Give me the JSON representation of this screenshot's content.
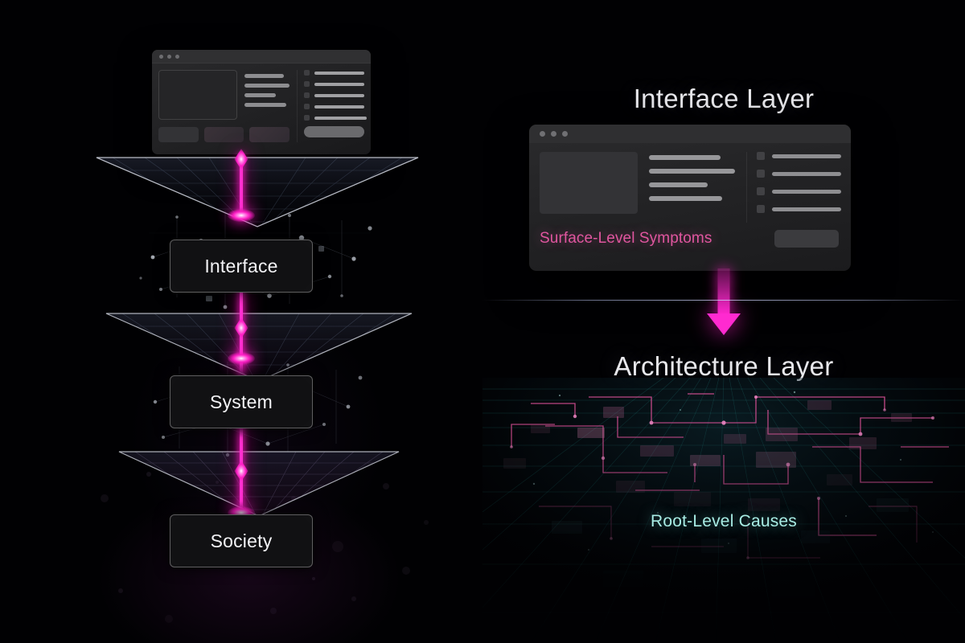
{
  "theme": {
    "background": "#000000",
    "accent_magenta": "#ff2ad0",
    "accent_pink_text": "#e0569f",
    "accent_cyan_text": "#a8ece4",
    "heading_color": "#e8e8ec",
    "box_label_color": "#f2f2f5"
  },
  "left_panel": {
    "name": "layered-stack-diagram",
    "browser_mock": {
      "window_dots": [
        "dot-red",
        "dot-yellow",
        "dot-green"
      ],
      "sidebar_row_count": 5,
      "content_line_count": 4,
      "chip_count": 3,
      "has_primary_button": true
    },
    "layers": [
      {
        "label": "Interface",
        "icon": "diamond-node-icon"
      },
      {
        "label": "System",
        "icon": "diamond-node-icon"
      },
      {
        "label": "Society",
        "icon": "diamond-node-icon"
      }
    ],
    "connector": {
      "name": "energy-beam",
      "color": "#ff2ad0",
      "node_count": 6
    },
    "planes": {
      "count": 3,
      "shape": "inverted-chevron-grid"
    }
  },
  "right_panel": {
    "name": "two-layer-comparison",
    "interface_section": {
      "heading": "Interface Layer",
      "browser_mock": {
        "window_dots": [
          "dot-1",
          "dot-2",
          "dot-3"
        ],
        "content_line_count": 4,
        "sidebar_row_count": 4,
        "footer_label": "Surface-Level Symptoms",
        "has_footer_button": true
      }
    },
    "transition": {
      "arrow": "down-arrow-icon",
      "arrow_color": "#ff2ad0",
      "divider": "horizon-line"
    },
    "architecture_section": {
      "heading": "Architecture Layer",
      "caption": "Root-Level Causes",
      "background": "circuit-board-perspective-grid"
    }
  }
}
